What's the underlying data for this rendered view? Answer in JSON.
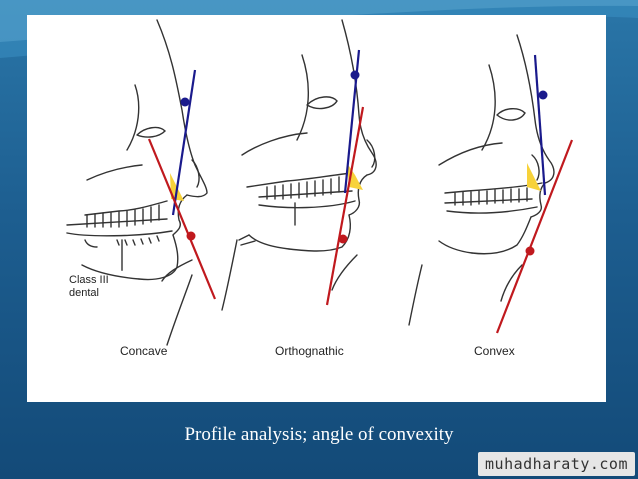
{
  "figure": {
    "profiles": [
      {
        "label": "Concave"
      },
      {
        "label": "Orthognathic"
      },
      {
        "label": "Convex"
      }
    ],
    "annotation_line1": "Class III",
    "annotation_line2": "dental",
    "colors": {
      "facial_line": "#1a1a8c",
      "chin_line": "#c0191e",
      "angle_fill": "#f7d23a",
      "sketch": "#333333"
    }
  },
  "caption": "Profile analysis; angle of convexity",
  "watermark": "muhadharaty.com"
}
